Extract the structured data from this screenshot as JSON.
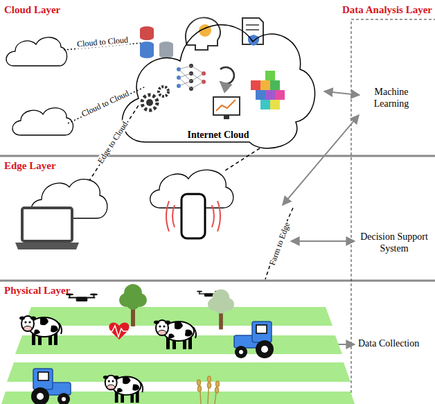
{
  "diagram": {
    "nodes": [
      {
        "text": [
          "Cloud Layer"
        ]
      },
      {
        "text": [
          "Internet Cloud"
        ],
        "in": 0
      },
      {
        "text": [
          "Data Analysis Layer"
        ]
      },
      {
        "text": [
          "Machine Learning"
        ],
        "in": 2
      },
      {
        "text": [
          "Decision Support System"
        ],
        "in": 2
      },
      {
        "text": [
          "Data Collection"
        ],
        "in": 2
      },
      {
        "text": [
          "Edge Layer"
        ]
      },
      {
        "text": [
          "Physical Layer"
        ]
      }
    ],
    "edges": [
      {
        "from": 1,
        "to": 3,
        "arrow": "both"
      }
    ],
    "labels": [
      "Cloud to Cloud",
      "Cloud to Cloud",
      "Edge to Cloud",
      "Farm to Edge"
    ]
  }
}
